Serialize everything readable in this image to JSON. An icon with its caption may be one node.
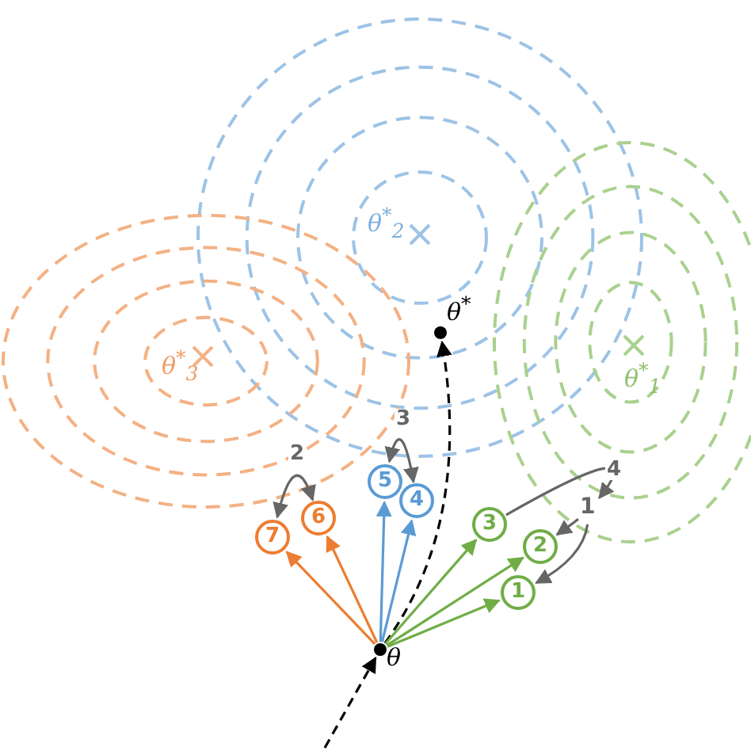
{
  "diagram": {
    "nodes": [
      {
        "text": [],
        "shape": "circle",
        "beside": [
          "θ"
        ]
      },
      {
        "text": [],
        "shape": "circle",
        "beside": [
          "θ$^{*}$"
        ]
      },
      {
        "text": [
          "1"
        ]
      },
      {
        "text": [
          "2"
        ]
      },
      {
        "text": [
          "3"
        ]
      },
      {
        "text": [
          "4"
        ]
      },
      {
        "text": [
          "5"
        ]
      },
      {
        "text": [
          "6"
        ]
      },
      {
        "text": [
          "7"
        ]
      },
      {
        "text": [
          "1"
        ]
      }
    ],
    "edges": [
      {
        "from": null,
        "to": 0,
        "arrow": "to",
        "style": "dashed",
        "color": "#000000"
      },
      {
        "from": 0,
        "to": 1,
        "arrow": "to",
        "style": "dashed",
        "color": "#000000"
      },
      {
        "from": 0,
        "to": 2,
        "arrow": "to",
        "color": "#70ad47"
      },
      {
        "from": 0,
        "to": 3,
        "arrow": "to",
        "color": "#70ad47"
      },
      {
        "from": 0,
        "to": 4,
        "arrow": "to",
        "color": "#70ad47"
      },
      {
        "from": 0,
        "to": 5,
        "arrow": "to",
        "color": "#5b9bd5"
      },
      {
        "from": 0,
        "to": 6,
        "arrow": "to",
        "color": "#5b9bd5"
      },
      {
        "from": 0,
        "to": 7,
        "arrow": "to",
        "color": "#ed7d31"
      },
      {
        "from": 0,
        "to": 8,
        "arrow": "to",
        "color": "#ed7d31"
      },
      {
        "from": 4,
        "to": 9,
        "arrow": "to",
        "label": "4",
        "color": "#666666"
      },
      {
        "from": 9,
        "to": 3,
        "arrow": "to",
        "color": "#666666"
      },
      {
        "from": 9,
        "to": 2,
        "arrow": "to",
        "color": "#666666"
      },
      {
        "from": 5,
        "to": 6,
        "arrow": "both",
        "label": "3",
        "color": "#666666"
      },
      {
        "from": 7,
        "to": 8,
        "arrow": "both",
        "label": "2",
        "color": "#666666"
      }
    ],
    "labels": [
      "θ$^{*}$$_{1}$",
      "θ$^{*}$$_{2}$",
      "θ$^{*}$$_{3}$"
    ]
  }
}
